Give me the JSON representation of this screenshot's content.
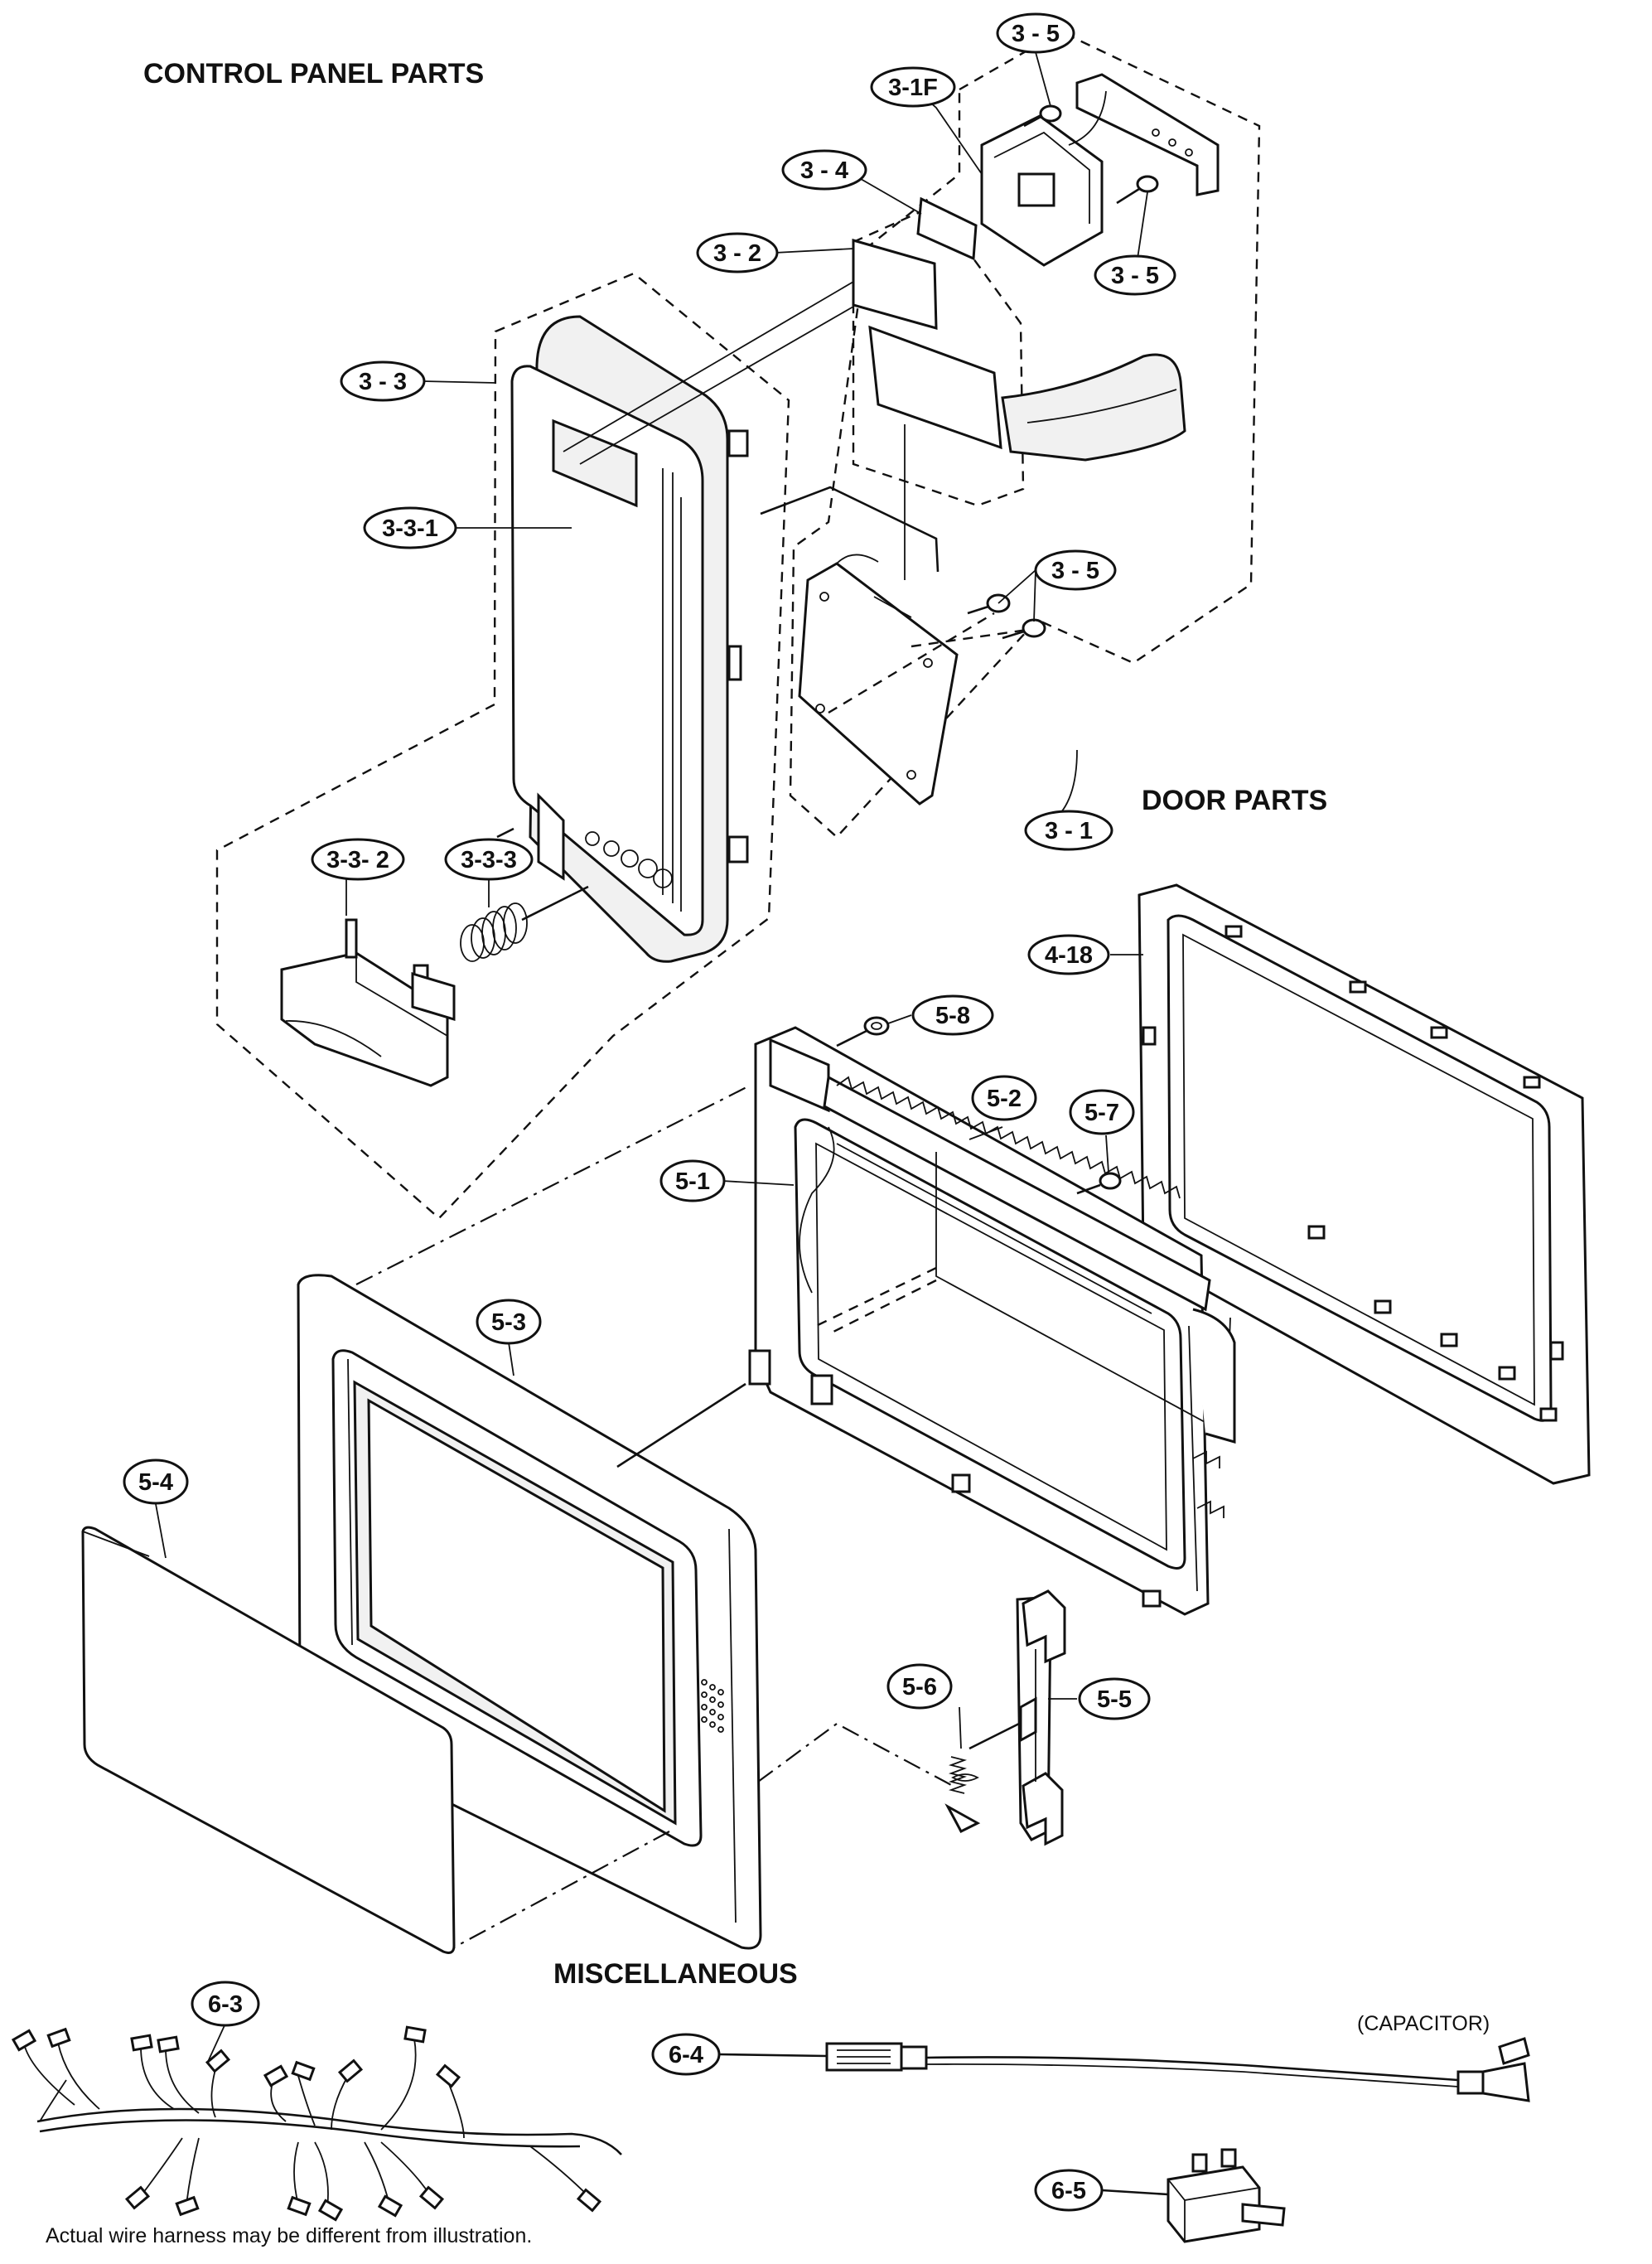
{
  "headings": {
    "control_panel": "CONTROL PANEL PARTS",
    "door": "DOOR PARTS",
    "misc": "MISCELLANEOUS"
  },
  "labels": {
    "capacitor": "(CAPACITOR)",
    "harness_note": "Actual wire harness may be different from illustration."
  },
  "callouts": {
    "c3_5a": "3 - 5",
    "c3_1f": "3-1F",
    "c3_4": "3 - 4",
    "c3_2": "3 - 2",
    "c3_5b": "3 - 5",
    "c3_3": "3 - 3",
    "c3_3_1": "3-3-1",
    "c3_5c": "3 - 5",
    "c3_1": "3 - 1",
    "c3_3_2": "3-3- 2",
    "c3_3_3": "3-3-3",
    "c4_18": "4-18",
    "c5_8": "5-8",
    "c5_2": "5-2",
    "c5_7": "5-7",
    "c5_1": "5-1",
    "c5_3": "5-3",
    "c5_4": "5-4",
    "c5_6": "5-6",
    "c5_5": "5-5",
    "c6_3": "6-3",
    "c6_4": "6-4",
    "c6_5": "6-5"
  }
}
